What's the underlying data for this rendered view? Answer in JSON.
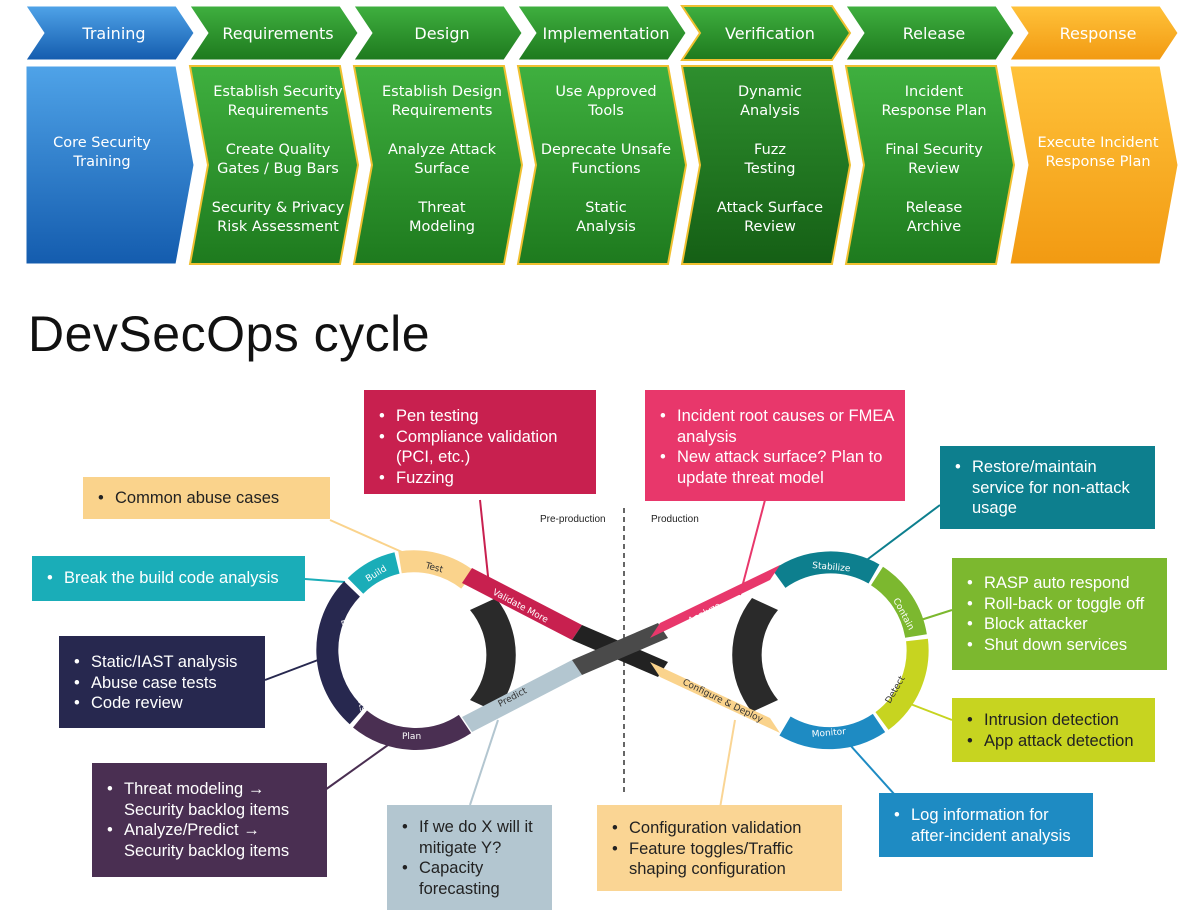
{
  "sdl": {
    "phases": [
      {
        "header": "Training",
        "items": [
          "Core Security\nTraining"
        ]
      },
      {
        "header": "Requirements",
        "items": [
          "Establish Security\nRequirements",
          "Create Quality\nGates / Bug Bars",
          "Security & Privacy\nRisk Assessment"
        ]
      },
      {
        "header": "Design",
        "items": [
          "Establish Design\nRequirements",
          "Analyze Attack\nSurface",
          "Threat\nModeling"
        ]
      },
      {
        "header": "Implementation",
        "items": [
          "Use Approved\nTools",
          "Deprecate Unsafe\nFunctions",
          "Static\nAnalysis"
        ]
      },
      {
        "header": "Verification",
        "items": [
          "Dynamic\nAnalysis",
          "Fuzz\nTesting",
          "Attack Surface\nReview"
        ]
      },
      {
        "header": "Release",
        "items": [
          "Incident\nResponse Plan",
          "Final Security\nReview",
          "Release\nArchive"
        ]
      },
      {
        "header": "Response",
        "items": [
          "Execute Incident\nResponse Plan"
        ]
      }
    ],
    "colors": {
      "blue": "#1E6FC4",
      "green": "#2E9A2E",
      "orange": "#F5A51C"
    }
  },
  "title": "DevSecOps cycle",
  "divider": {
    "left": "Pre-production",
    "right": "Production"
  },
  "stages": {
    "build": "Build",
    "test": "Test",
    "validate": "Validate More",
    "develop": "Develop Code / Tests",
    "plan": "Plan",
    "predict": "Predict",
    "analyze": "Analyze",
    "configure": "Configure & Deploy",
    "stabilize": "Stabilize",
    "contain": "Contain",
    "detect": "Detect",
    "monitor": "Monitor"
  },
  "boxes": {
    "pen": [
      "Pen testing",
      "Compliance validation (PCI, etc.)",
      "Fuzzing"
    ],
    "abuse": [
      "Common abuse cases"
    ],
    "break": [
      "Break the build code analysis"
    ],
    "static": [
      "Static/IAST analysis",
      "Abuse case tests",
      "Code review"
    ],
    "threat": [
      "Threat modeling → Security backlog items",
      "Analyze/Predict → Security backlog items"
    ],
    "ifx": [
      "If we do X will it mitigate Y?",
      "Capacity forecasting"
    ],
    "incident": [
      "Incident root causes or FMEA analysis",
      "New attack surface? Plan to update threat model"
    ],
    "restore": [
      "Restore/maintain service for non-attack usage"
    ],
    "rasp": [
      "RASP auto respond",
      "Roll-back or toggle off",
      "Block attacker",
      "Shut down services"
    ],
    "intrusion": [
      "Intrusion detection",
      "App attack detection"
    ],
    "log": [
      "Log information for after-incident analysis"
    ],
    "config": [
      "Configuration validation",
      "Feature toggles/Traffic shaping configuration"
    ]
  },
  "palette": {
    "crimson": "#C8204F",
    "pink": "#E8376B",
    "peach": "#FAD38C",
    "cyan": "#1AADB8",
    "navy": "#27284F",
    "purple": "#4A2F52",
    "grayblue": "#B3C6D0",
    "teal": "#0D7F8E",
    "lime": "#7CB82F",
    "yellowgreen": "#C7D420",
    "blue": "#1E8BC3",
    "sand": "#FAD594"
  }
}
